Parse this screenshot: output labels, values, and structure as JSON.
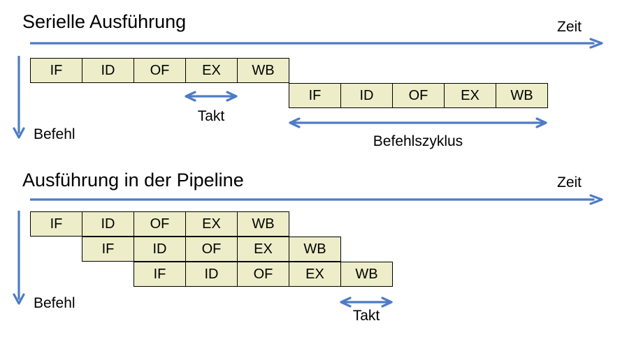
{
  "colors": {
    "accent_blue": "#4E7BC4",
    "box_fill": "#EDEDC9",
    "box_border": "#000000",
    "text": "#000000"
  },
  "stages": [
    "IF",
    "ID",
    "OF",
    "EX",
    "WB"
  ],
  "serial": {
    "title": "Serielle Ausführung",
    "time_label": "Zeit",
    "instruction_label": "Befehl",
    "clock_label": "Takt",
    "cycle_label": "Befehlszyklus"
  },
  "pipeline": {
    "title": "Ausführung in der Pipeline",
    "time_label": "Zeit",
    "instruction_label": "Befehl",
    "clock_label": "Takt"
  }
}
